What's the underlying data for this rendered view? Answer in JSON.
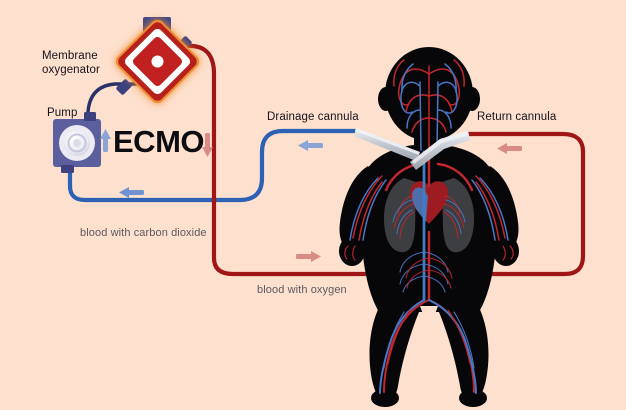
{
  "diagram": {
    "title": "ECMO",
    "background_color": "#fde0ce",
    "labels": {
      "membrane_oxygenator": "Membrane\noxygenator",
      "membrane_oxygenator_line1": "Membrane",
      "membrane_oxygenator_line2": "oxygenator",
      "pump": "Pump",
      "drainage_cannula": "Drainage cannula",
      "return_cannula": "Return cannula",
      "blood_with_carbon_dioxide": "blood with carbon dioxide",
      "blood_with_oxygen": "blood with oxygen"
    },
    "colors": {
      "background": "#fde0ce",
      "deoxygenated_tube": "#2b62b5",
      "oxygenated_tube": "#a01516",
      "pump_body": "#5b5f9e",
      "pump_rotor": "#e9e9f2",
      "oxygenator_red": "#c01f1f",
      "oxygenator_glow": "#f2913a",
      "oxygenator_white": "#ffffff",
      "cannula_metal": "#c9cdd4",
      "label_text": "#15131a",
      "caption_text": "#5d5a5e",
      "body_silhouette": "#060608",
      "artery": "#c1272d",
      "vein": "#4a77c8"
    },
    "flow_arrows": [
      {
        "name": "pump-inlet-up-arrow",
        "direction": "up",
        "color": "#8ba4d6"
      },
      {
        "name": "ecmo-return-down-arrow",
        "direction": "down",
        "color": "#d98b85"
      },
      {
        "name": "venous-return-left-arrow",
        "direction": "left",
        "color": "#6f93d3"
      },
      {
        "name": "drainage-left-arrow",
        "direction": "left",
        "color": "#8ba4d6"
      },
      {
        "name": "arterial-out-right-arrow",
        "direction": "right",
        "color": "#d98b85"
      },
      {
        "name": "return-cannula-left-arrow",
        "direction": "left",
        "color": "#d98b85"
      }
    ],
    "patient": {
      "description": "infant anatomical silhouette with circulatory system",
      "cannula_sites": [
        "neck",
        "chest"
      ]
    }
  }
}
